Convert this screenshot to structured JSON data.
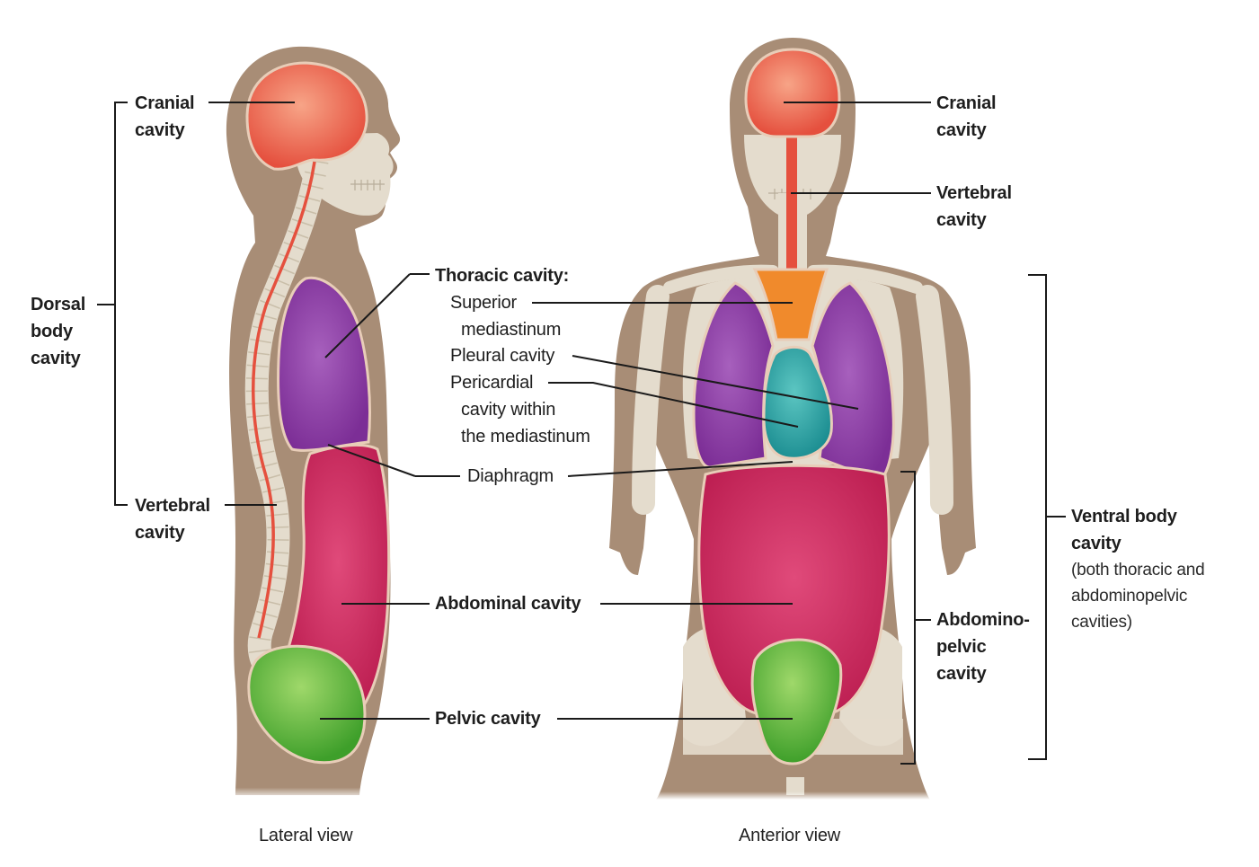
{
  "views": {
    "lateral": "Lateral view",
    "anterior": "Anterior view"
  },
  "lateral_labels": {
    "cranial": [
      "Cranial",
      "cavity"
    ],
    "dorsal": [
      "Dorsal",
      "body",
      "cavity"
    ],
    "vertebral": [
      "Vertebral",
      "cavity"
    ]
  },
  "center_labels": {
    "thoracic": "Thoracic cavity:",
    "superior": [
      "Superior",
      "mediastinum"
    ],
    "pleural": "Pleural cavity",
    "pericardial": [
      "Pericardial",
      "cavity within",
      "the mediastinum"
    ],
    "diaphragm": "Diaphragm",
    "abdominal": "Abdominal cavity",
    "pelvic": "Pelvic cavity"
  },
  "anterior_labels": {
    "cranial": [
      "Cranial",
      "cavity"
    ],
    "vertebral": [
      "Vertebral",
      "cavity"
    ],
    "abdominopelvic": [
      "Abdomino-",
      "pelvic",
      "cavity"
    ],
    "ventral": [
      "Ventral body",
      "cavity"
    ],
    "ventral_note": [
      "(both thoracic and",
      "abdominopelvic",
      "cavities)"
    ]
  },
  "colors": {
    "skin": "#a88d76",
    "bone": "#e4dccd",
    "cranial": "#ef6a52",
    "superior_mediastinum": "#f08a2c",
    "pleural": "#8e3fa6",
    "pericardial": "#25a3a3",
    "abdominal": "#d2275f",
    "pelvic": "#55b83a",
    "leader": "#1a1a1a"
  }
}
